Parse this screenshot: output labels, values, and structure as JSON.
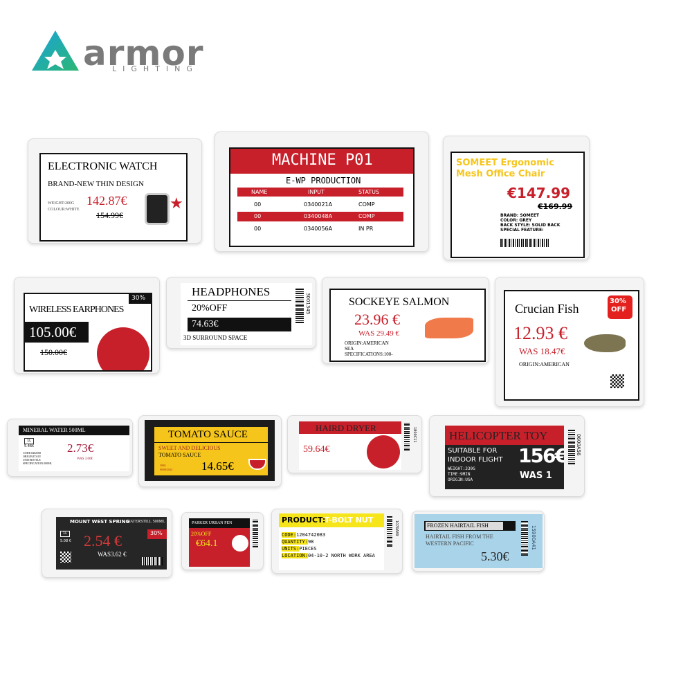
{
  "logo": {
    "brand": "armor",
    "sub": "LIGHTING"
  },
  "colors": {
    "red": "#c8202b",
    "yellow": "#f6c51b",
    "black": "#1c1c1c",
    "blue": "#a9d3e8",
    "logo_blue": "#1aa3dc",
    "logo_green": "#2bb673",
    "gray": "#7a7a7a"
  },
  "labels": {
    "machine": {
      "title": "MACHINE P01",
      "subtitle": "E-WP PRODUCTION",
      "headers": [
        "NAME",
        "INPUT",
        "STATUS"
      ],
      "rows": [
        [
          "00",
          "0340021A",
          "COMP"
        ],
        [
          "00",
          "0340048A",
          "COMP"
        ],
        [
          "00",
          "0340056A",
          "IN PR"
        ]
      ]
    },
    "watch": {
      "title": "ELECTRONIC WATCH",
      "subtitle": "BRAND-NEW THIN DESIGN",
      "specs": [
        "WEIGHT:200G",
        "COLOUR:WHITE"
      ],
      "price": "142.87€",
      "was": "154.99€"
    },
    "chair": {
      "title1": "SOMEET Ergonomic",
      "title2": "Mesh Office Chair",
      "price": "€147.99",
      "was": "€169.99",
      "specs": [
        "BRAND: SOMEET",
        "COLOR: GREY",
        "BACK STYLE: SOLID BACK",
        "SPECIAL FEATURE:"
      ]
    },
    "salmon": {
      "title": "SOCKEYE SALMON",
      "price": "23.96 €",
      "was": "WAS 29.49 €",
      "specs": [
        "ORIGIN:AMERICAN",
        "SEA",
        "SPECIFICATIONS:100-"
      ]
    },
    "earphones": {
      "title": "WIRELESS EARPHONES",
      "badge": "30%",
      "price": "105.00€",
      "was": "150.00€"
    },
    "fish": {
      "title": "Crucian Fish",
      "badge1": "30%",
      "badge2": "OFF",
      "price": "12.93 €",
      "was": "WAS 18.47€",
      "origin": "ORIGIN:AMERICAN"
    },
    "headphones": {
      "title": "HEADPHONES",
      "discount": "20%OFF",
      "price": "74.63€",
      "desc": "3D SURROUND SPACE",
      "code": "3001345"
    },
    "helicopter": {
      "title": "HELICOPTER TOY",
      "line1": "SUITABLE FOR",
      "line2": "INDOOR FLIGHT",
      "specs": [
        "WEIGHT:330G",
        "TIME:9MIN",
        "ORIGIN:USA"
      ],
      "price": "156€",
      "was": "WAS 1",
      "code": "0600A56"
    },
    "water": {
      "title": "MINERAL WATER 500ML",
      "price": "2.73€",
      "was": "WAS 3.00€",
      "unit": "1L",
      "unit_price": "5.46€",
      "specs": [
        "CODE:0402568",
        "ORIGIN:ITALY",
        "UNIT:BOTTLE",
        "SPECIFICATION:500ML"
      ]
    },
    "tomato": {
      "title": "TOMATO SAUCE",
      "desc1": "SWEET AND DELICIOUS",
      "desc2": "TOMATO SAUCE",
      "price": "14.65€",
      "specs": [
        "300G",
        "08/08/2024"
      ]
    },
    "dryer": {
      "title": "HAIRD DRYER",
      "price": "59.64€",
      "code": "1800C11"
    },
    "spring": {
      "brand": "MOUNT WEST SPRING",
      "product": "WATERSTILL 500ML",
      "price": "2.54 €",
      "was": "WAS3.62 €",
      "badge": "30%",
      "unit": "1L",
      "unit_price": "5.08 €"
    },
    "bolt": {
      "label": "PRODUCT:",
      "name": "T-BOLT NUT",
      "fields": [
        [
          "CODE:",
          "1204742083"
        ],
        [
          "QUANTITY:",
          "98"
        ],
        [
          "UNITS:",
          "PIECES"
        ],
        [
          "LOCATION:",
          "04-10-2 NORTH WORK AREA"
        ]
      ],
      "code": "1070A89"
    },
    "hairtail": {
      "title": "FROZEN HAIRTAIL FISH",
      "desc1": "HAIRTAIL FISH FROM THE",
      "desc2": "WESTERN PACIFIC",
      "price": "5.30€",
      "code": "15900A41"
    },
    "pen": {
      "title": "PARKER URBAN PEN",
      "discount": "20%OFF",
      "price": "€64.1"
    }
  }
}
